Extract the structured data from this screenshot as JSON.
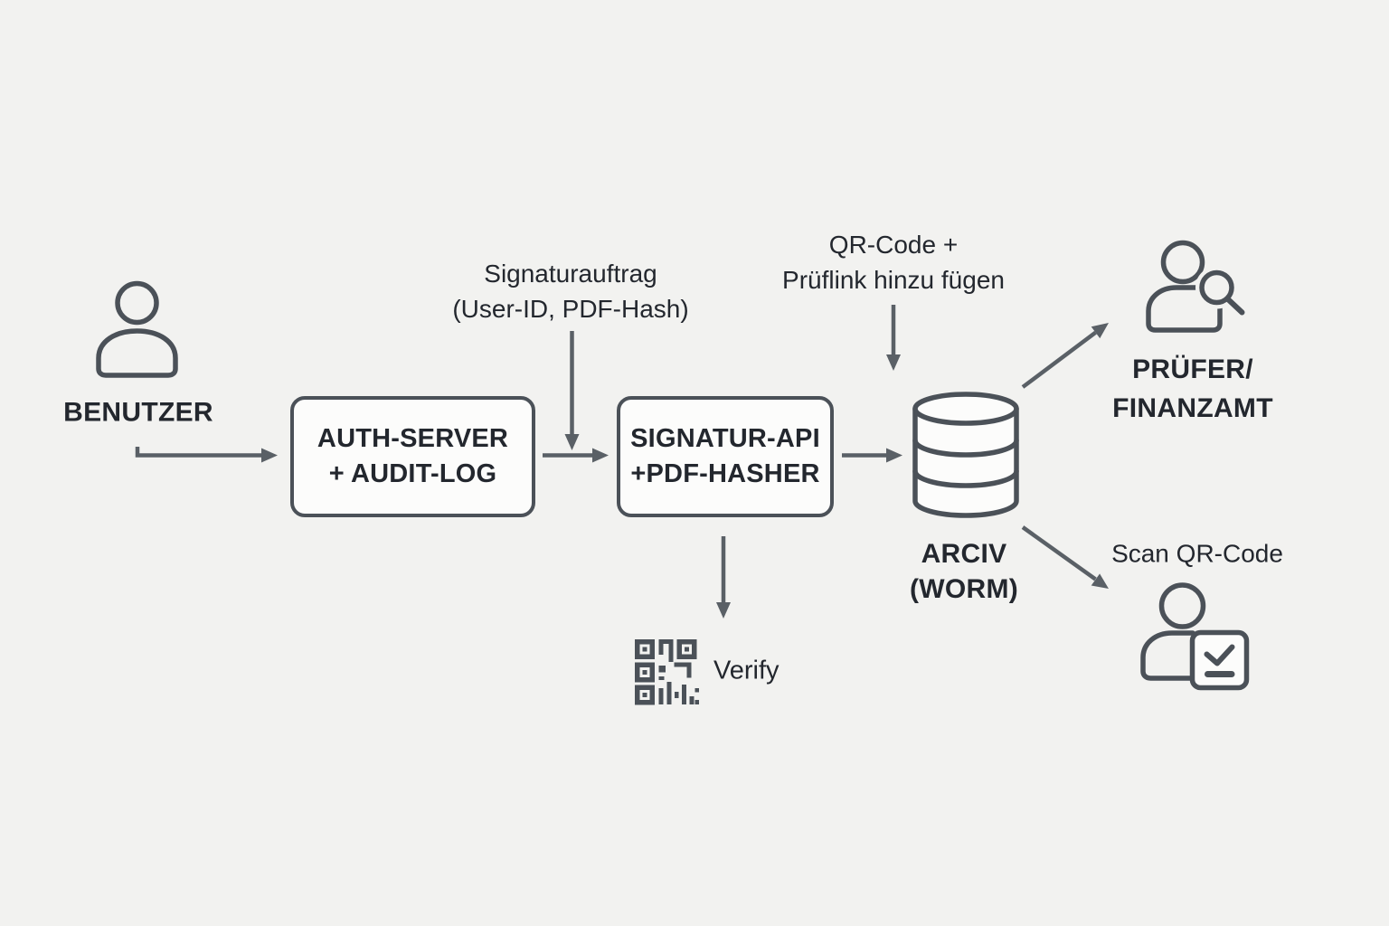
{
  "colors": {
    "background": "#f2f2f0",
    "stroke": "#4b5158",
    "arrow": "#5a6066",
    "text": "#23272e",
    "node_fill": "#fcfcfb"
  },
  "nodes": {
    "benutzer": {
      "label": "BENUTZER",
      "icon": "person-icon"
    },
    "auth_server": {
      "line1": "AUTH-SERVER",
      "line2": "+ AUDIT-LOG"
    },
    "signatur_api": {
      "line1": "SIGNATUR-API",
      "line2": "+PDF-HASHER"
    },
    "archiv": {
      "line1": "ARCIV",
      "line2": "(WORM)",
      "icon": "database-icon"
    },
    "pruefer": {
      "line1": "PRÜFER/",
      "line2": "FINANZAMT",
      "icon": "person-search-icon"
    },
    "scan_qr": {
      "label": "Scan QR-Code",
      "icon": "person-check-icon"
    },
    "verify": {
      "label": "Verify",
      "icon": "qr-code-icon"
    }
  },
  "annotations": {
    "signaturauftrag": {
      "line1": "Signaturauftrag",
      "line2": "(User-ID, PDF-Hash)"
    },
    "qr_code": {
      "line1": "QR-Code +",
      "line2": "Prüflink hinzu fügen"
    }
  }
}
